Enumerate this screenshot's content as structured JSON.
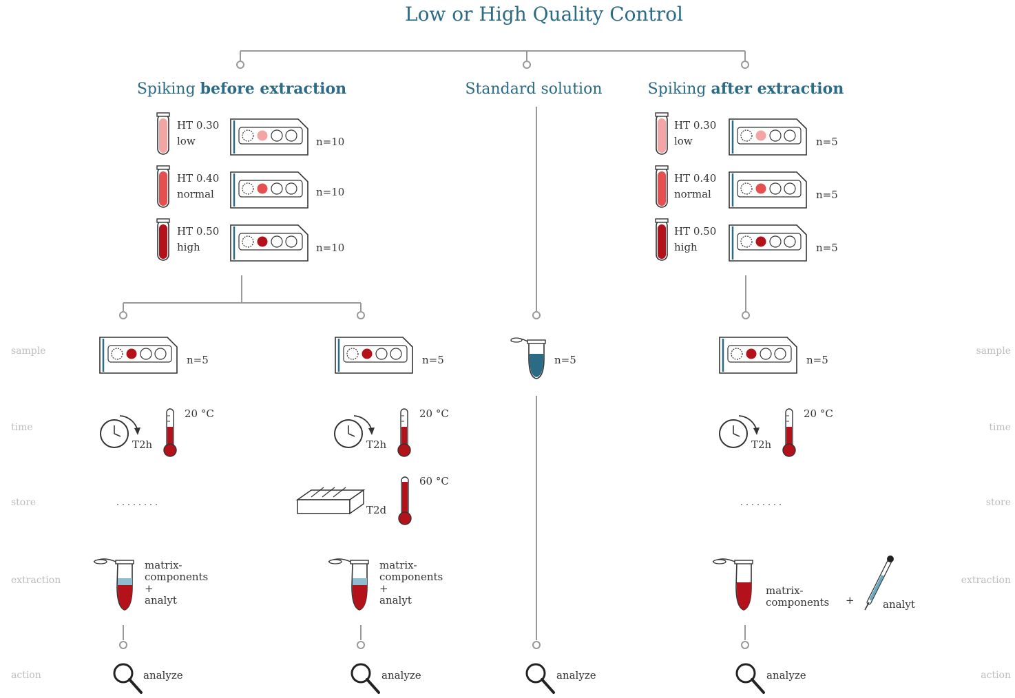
{
  "title": "Low or High Quality Control",
  "branches": {
    "before": {
      "label_plain": "Spiking ",
      "label_bold": "before extraction"
    },
    "standard": {
      "label": "Standard solution"
    },
    "after": {
      "label_plain": "Spiking ",
      "label_bold": "after extraction"
    }
  },
  "row_labels": [
    "sample",
    "time",
    "store",
    "extraction",
    "action"
  ],
  "hematocrit": [
    {
      "ht": "HT 0.30",
      "level": "low",
      "color": "#f3a5a5"
    },
    {
      "ht": "HT 0.40",
      "level": "normal",
      "color": "#e4504f"
    },
    {
      "ht": "HT 0.50",
      "level": "high",
      "color": "#b3121b"
    }
  ],
  "counts": {
    "before_cards": [
      "n=10",
      "n=10",
      "n=10"
    ],
    "after_cards": [
      "n=5",
      "n=5",
      "n=5"
    ],
    "samples": [
      "n=5",
      "n=5",
      "n=5",
      "n=5"
    ]
  },
  "time": {
    "duration": "T2h",
    "temp": "20 °C"
  },
  "store": {
    "duration": "T2d",
    "temp": "60 °C"
  },
  "extraction": {
    "matrix": "matrix-",
    "components": "components",
    "plus": "+",
    "analyt": "analyt"
  },
  "action": {
    "label": "analyze"
  },
  "colors": {
    "teal": "#2b6b86",
    "blood_dark": "#b3121b",
    "blood_mid": "#e4504f",
    "blood_light": "#f3a5a5",
    "solution": "#6aa7c0"
  }
}
